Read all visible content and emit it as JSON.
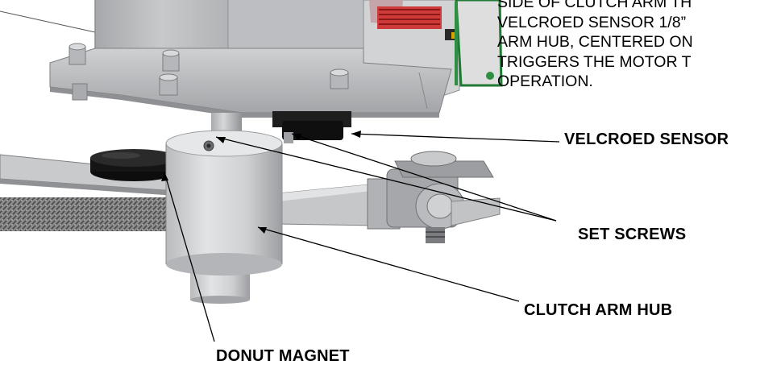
{
  "description_lines": [
    "SIDE OF CLUTCH ARM TH",
    "VELCROED SENSOR 1/8”",
    "ARM HUB, CENTERED ON",
    "TRIGGERS THE MOTOR T",
    "OPERATION."
  ],
  "callouts": {
    "velcroed_sensor": "VELCROED SENSOR",
    "set_screws": "SET SCREWS",
    "clutch_arm_hub": "CLUTCH ARM HUB",
    "donut_magnet": "DONUT MAGNET"
  }
}
